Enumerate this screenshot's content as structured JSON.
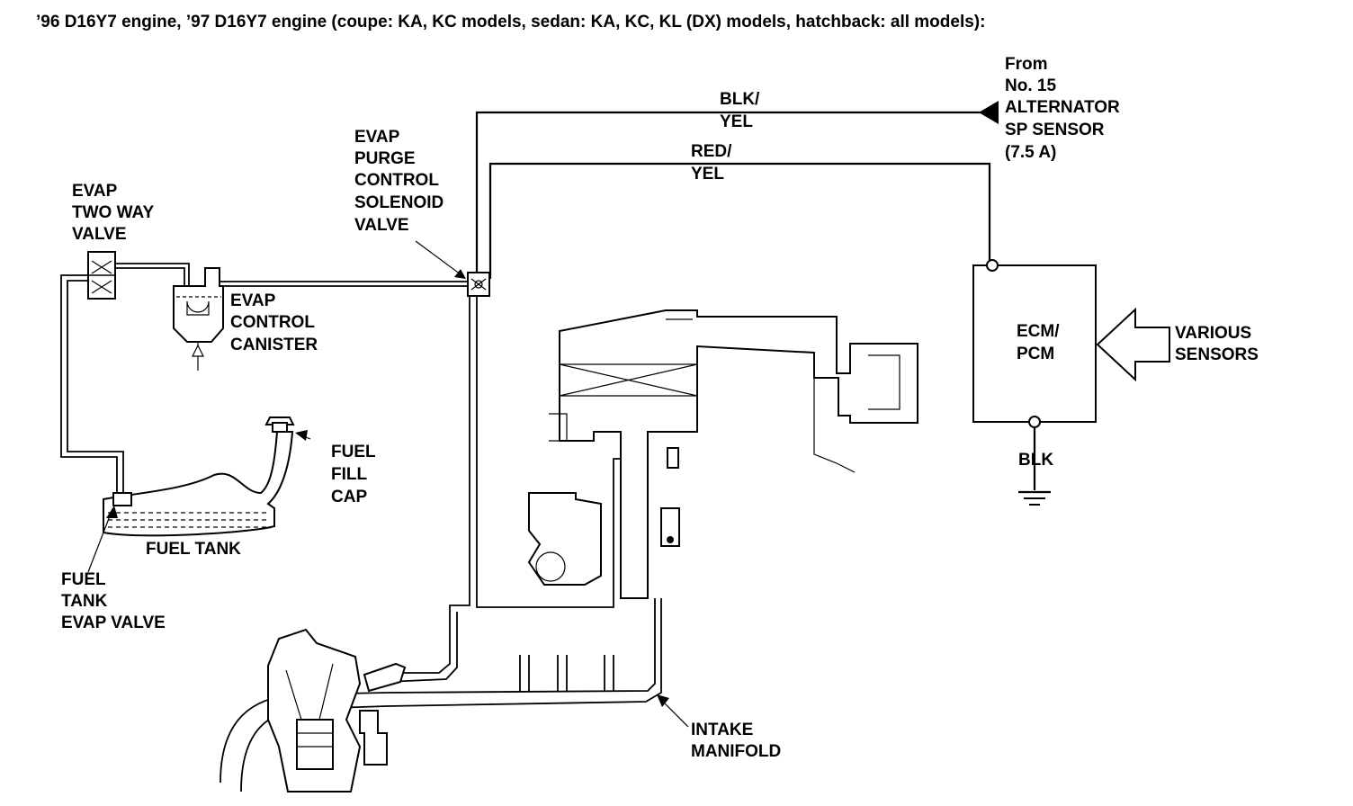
{
  "title": "’96 D16Y7 engine, ’97 D16Y7 engine (coupe: KA, KC models, sedan: KA, KC, KL (DX) models, hatchback: all models):",
  "labels": {
    "evap_two_way_valve": [
      "EVAP",
      "TWO WAY",
      "VALVE"
    ],
    "evap_control_canister": [
      "EVAP",
      "CONTROL",
      "CANISTER"
    ],
    "evap_purge_valve": [
      "EVAP",
      "PURGE",
      "CONTROL",
      "SOLENOID",
      "VALVE"
    ],
    "fuel_fill_cap": [
      "FUEL",
      "FILL",
      "CAP"
    ],
    "fuel_tank": "FUEL TANK",
    "fuel_tank_evap_valve": [
      "FUEL",
      "TANK",
      "EVAP VALVE"
    ],
    "intake_manifold": [
      "INTAKE",
      "MANIFOLD"
    ],
    "ecm_pcm": [
      "ECM/",
      "PCM"
    ],
    "various_sensors": [
      "VARIOUS",
      "SENSORS"
    ],
    "from_fuse": [
      "From",
      "No. 15",
      "ALTERNATOR",
      "SP SENSOR",
      "(7.5 A)"
    ],
    "wire_blk_yel": [
      "BLK/",
      "YEL"
    ],
    "wire_red_yel": [
      "RED/",
      "YEL"
    ],
    "wire_blk": "BLK"
  }
}
